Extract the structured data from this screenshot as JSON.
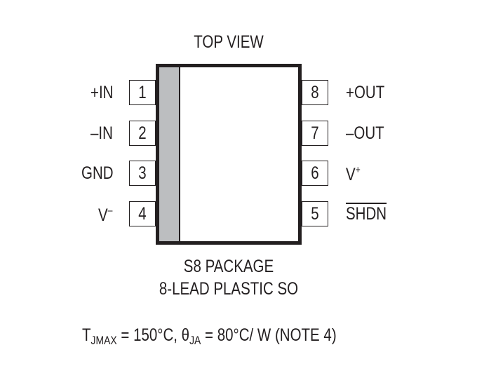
{
  "title": "TOP VIEW",
  "package": {
    "name": "S8 PACKAGE",
    "description": "8-LEAD PLASTIC SO",
    "pin1_marker_color": "#bcbec0",
    "outline_color": "#231f20"
  },
  "pins_left": [
    {
      "number": "1",
      "label": "+IN"
    },
    {
      "number": "2",
      "label": "–IN"
    },
    {
      "number": "3",
      "label": "GND"
    },
    {
      "number": "4",
      "label": "V",
      "superscript": "–"
    }
  ],
  "pins_right": [
    {
      "number": "8",
      "label": "+OUT"
    },
    {
      "number": "7",
      "label": "–OUT"
    },
    {
      "number": "6",
      "label": "V",
      "superscript": "+"
    },
    {
      "number": "5",
      "label": "SHDN",
      "overline": true
    }
  ],
  "thermal": {
    "tj_symbol": "T",
    "tj_subscript": "JMAX",
    "tj_value": " = 150°C, ",
    "theta_symbol": "θ",
    "theta_subscript": "JA",
    "theta_value": " = 80°C/ W (NOTE 4)"
  }
}
